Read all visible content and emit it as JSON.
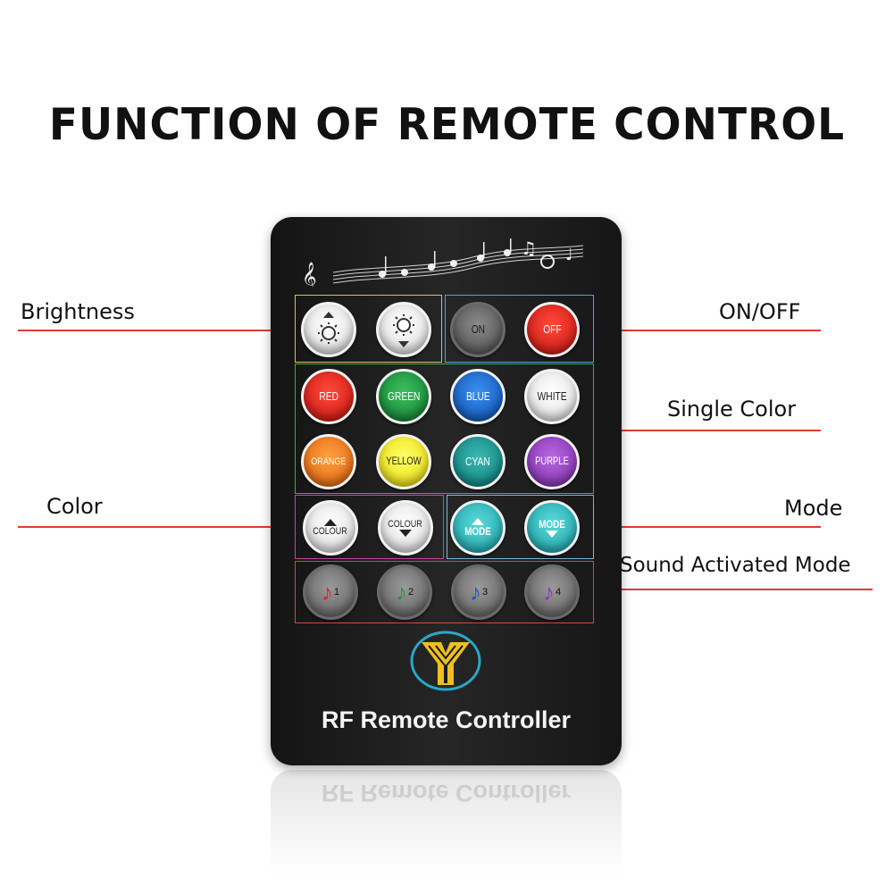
{
  "title": "FUNCTION OF REMOTE CONTROL",
  "brand_text": "RF Remote Controller",
  "callouts": {
    "brightness": "Brightness",
    "on_off": "ON/OFF",
    "single_color": "Single Color",
    "color": "Color",
    "mode": "Mode",
    "sound": "Sound Activated Mode"
  },
  "buttons": {
    "on": "ON",
    "off": "OFF",
    "red": "RED",
    "green": "GREEN",
    "blue": "BLUE",
    "white": "WHITE",
    "orange": "ORANGE",
    "yellow": "YELLOW",
    "cyan": "CYAN",
    "purple": "PURPLE",
    "colour_up": "COLOUR",
    "colour_down": "COLOUR",
    "mode_up": "MODE",
    "mode_down": "MODE",
    "sound_1": "1",
    "sound_2": "2",
    "sound_3": "3",
    "sound_4": "4"
  },
  "colors": {
    "callout_line": "#e03a3a",
    "brightness_box": "#d8c25a",
    "onoff_box": "#4aa6d8",
    "single_color_box": "#3db04a",
    "color_box": "#c04a9c",
    "mode_box": "#7ab8d8",
    "sound_box": "#d04a4a"
  },
  "icons": [
    "music-notes-icon",
    "sun-up-icon",
    "sun-down-icon",
    "triangle-up-icon",
    "triangle-down-icon",
    "music-note-icon",
    "y-logo-icon"
  ]
}
